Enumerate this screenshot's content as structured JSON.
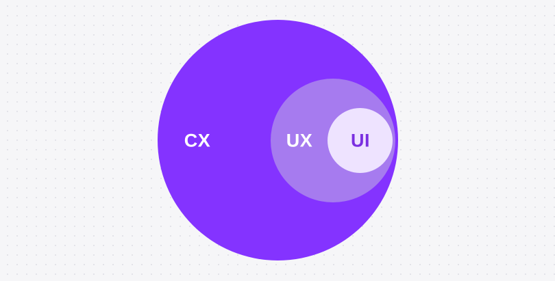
{
  "diagram": {
    "type": "nested-venn",
    "circles": [
      {
        "id": "cx",
        "label": "CX",
        "color": "#8433ff",
        "label_color": "#ffffff"
      },
      {
        "id": "ux",
        "label": "UX",
        "color": "#a67bef",
        "label_color": "#ffffff"
      },
      {
        "id": "ui",
        "label": "UI",
        "color": "#eee3ff",
        "label_color": "#7a2fe0"
      }
    ]
  },
  "background": {
    "color": "#f6f6f8",
    "pattern": "dot-grid"
  }
}
